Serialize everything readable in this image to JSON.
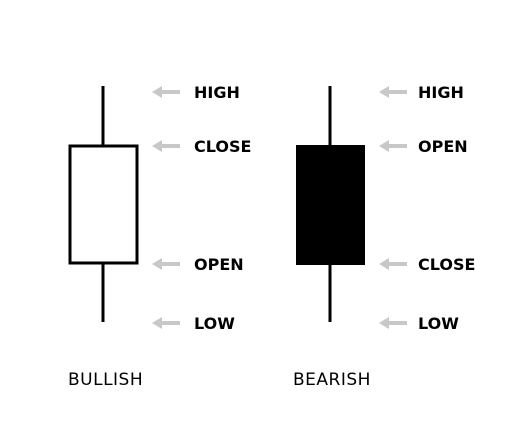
{
  "colors": {
    "background": "#ffffff",
    "line": "#000000",
    "bullish_body_fill": "#ffffff",
    "bearish_body_fill": "#000000",
    "arrow": "#c8c8c8"
  },
  "candles": [
    {
      "caption": "BULLISH",
      "labels": {
        "high": "HIGH",
        "upper": "CLOSE",
        "lower": "OPEN",
        "low": "LOW"
      }
    },
    {
      "caption": "BEARISH",
      "labels": {
        "high": "HIGH",
        "upper": "OPEN",
        "lower": "CLOSE",
        "low": "LOW"
      }
    }
  ],
  "icons": {
    "pointer": "left-arrow-icon"
  }
}
